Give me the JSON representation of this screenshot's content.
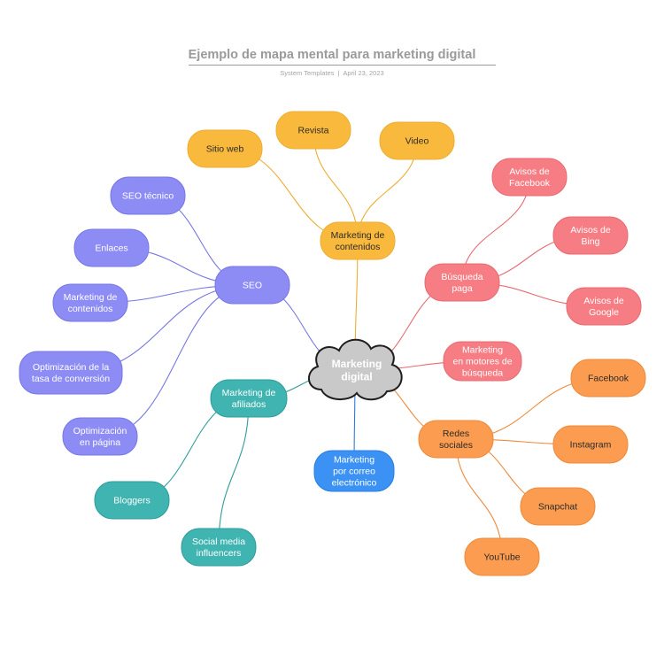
{
  "header": {
    "title": "Ejemplo de mapa mental para marketing digital",
    "source": "System Templates",
    "separator": "|",
    "date": "April 23, 2023"
  },
  "colors": {
    "orange": "#f9b93d",
    "blue": "#8c8cf4",
    "red": "#f67d83",
    "teal": "#3fb4b1",
    "peach": "#fb9c50",
    "royal": "#3c92f4",
    "cloud": "#c9c9c9"
  },
  "center": {
    "lines": [
      "Marketing",
      "digital"
    ]
  },
  "branches": [
    {
      "label": [
        "Marketing de",
        "contenidos"
      ],
      "color": "orange",
      "children": [
        [
          "Sitio web"
        ],
        [
          "Revista"
        ],
        [
          "Video"
        ]
      ]
    },
    {
      "label": [
        "SEO"
      ],
      "color": "blue",
      "children": [
        [
          "SEO técnico"
        ],
        [
          "Enlaces"
        ],
        [
          "Marketing de",
          "contenidos"
        ],
        [
          "Optimización de la",
          "tasa de conversión"
        ],
        [
          "Optimización",
          "en página"
        ]
      ]
    },
    {
      "label": [
        "Búsqueda",
        "paga"
      ],
      "color": "red",
      "children": [
        [
          "Avisos de",
          "Facebook"
        ],
        [
          "Avisos de",
          "Bing"
        ],
        [
          "Avisos de",
          "Google"
        ]
      ]
    },
    {
      "label": [
        "Marketing",
        "en motores de",
        "búsqueda"
      ],
      "color": "red",
      "children": []
    },
    {
      "label": [
        "Redes",
        "sociales"
      ],
      "color": "peach",
      "children": [
        [
          "Facebook"
        ],
        [
          "Instagram"
        ],
        [
          "Snapchat"
        ],
        [
          "YouTube"
        ]
      ]
    },
    {
      "label": [
        "Marketing",
        "por correo",
        "electrónico"
      ],
      "color": "royal",
      "children": []
    },
    {
      "label": [
        "Marketing de",
        "afiliados"
      ],
      "color": "teal",
      "children": [
        [
          "Bloggers"
        ],
        [
          "Social media",
          "influencers"
        ]
      ]
    }
  ]
}
